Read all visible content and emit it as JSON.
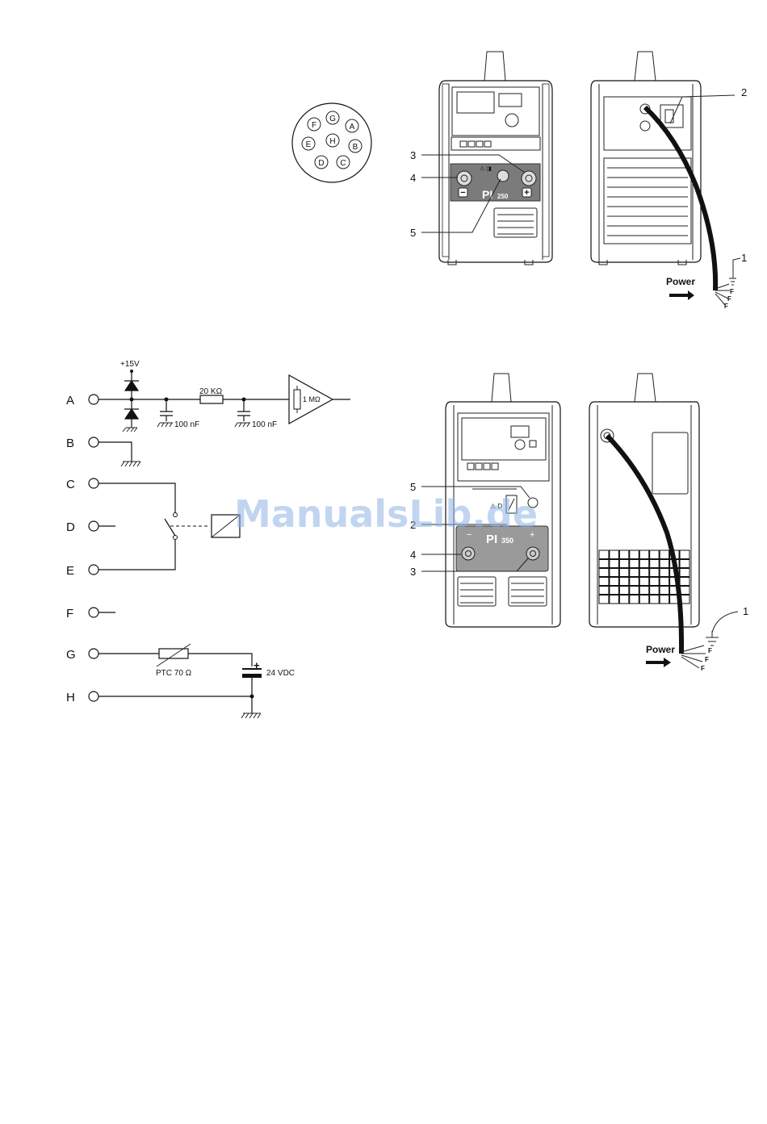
{
  "connector_pins": [
    "G",
    "A",
    "B",
    "C",
    "D",
    "E",
    "F",
    "H"
  ],
  "pi250_figure": {
    "model_main": "PI",
    "model_sub": "250",
    "callouts": [
      "1",
      "2",
      "3",
      "4",
      "5"
    ],
    "power_label": "Power",
    "wire_labels": [
      "F",
      "F",
      "F"
    ],
    "minus_symbol": "−",
    "plus_symbol": "+"
  },
  "pi350_figure": {
    "model_main": "PI",
    "model_sub": "350",
    "callouts": [
      "1",
      "2",
      "3",
      "4",
      "5"
    ],
    "power_label": "Power",
    "wire_labels": [
      "F",
      "F",
      "F"
    ],
    "minus_symbol": "−",
    "plus_symbol": "+"
  },
  "schematic": {
    "rows": [
      "A",
      "B",
      "C",
      "D",
      "E",
      "F",
      "G",
      "H"
    ],
    "supply": "+15V",
    "resistor": "20 KΩ",
    "cap1": "100 nF",
    "cap2": "100 nF",
    "amp_res": "1 MΩ",
    "ptc": "PTC 70 Ω",
    "dc": "24 VDC",
    "plus_mark": "+"
  },
  "watermark": "ManualsLib.de"
}
